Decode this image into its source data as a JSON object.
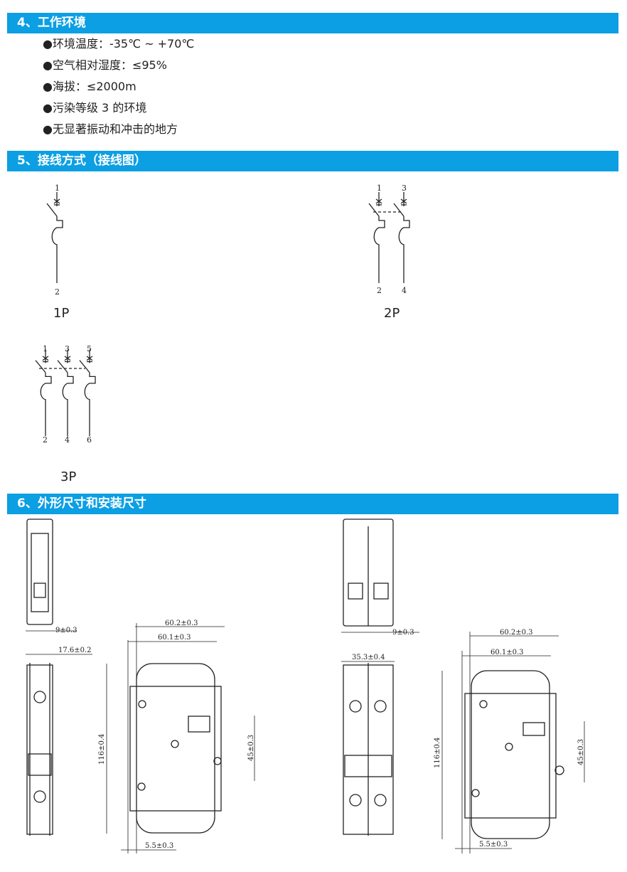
{
  "sections": [
    {
      "title": "4、工作环境"
    },
    {
      "title": "5、接线方式（接线图）"
    },
    {
      "title": "6、外形尺寸和安装尺寸"
    }
  ],
  "environment": [
    "●环境温度：-35℃ ~ +70℃",
    "●空气相对湿度：≤95%",
    "●海拔：≤2000m",
    "●污染等级 3 的环境",
    "●无显著振动和冲击的地方"
  ],
  "wiring": {
    "p1": {
      "label": "1P",
      "top": [
        "1"
      ],
      "bottom": [
        "2"
      ]
    },
    "p2": {
      "label": "2P",
      "top": [
        "1",
        "3"
      ],
      "bottom": [
        "2",
        "4"
      ]
    },
    "p3": {
      "label": "3P",
      "top": [
        "1",
        "3",
        "5"
      ],
      "bottom": [
        "2",
        "4",
        "6"
      ]
    }
  },
  "dimensions": {
    "p1": {
      "pole_width": "9±0.3",
      "total_width": "17.6±0.2",
      "depth_a": "60.2±0.3",
      "depth_b": "60.1±0.3",
      "height": "116±0.4",
      "front": "45±0.3",
      "rail": "5.5±0.3"
    },
    "p2": {
      "pole_width": "9±0.3",
      "total_width": "35.3±0.4",
      "depth_a": "60.2±0.3",
      "depth_b": "60.1±0.3",
      "height": "116±0.4",
      "front": "45±0.3",
      "rail": "5.5±0.3"
    }
  },
  "colors": {
    "accent": "#0c9fe3"
  }
}
